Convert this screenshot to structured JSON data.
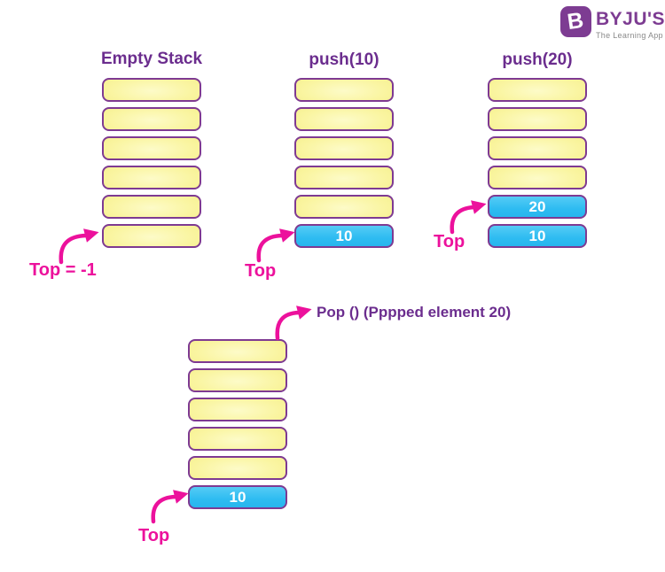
{
  "colors": {
    "magenta": "#EC119C",
    "purple": "#6B2D8E",
    "slot_border": "#7E3A92",
    "yellow_center": "#FDFBC8",
    "yellow_mid": "#FAF5A2",
    "yellow_edge": "#F5EF8A",
    "blue_light": "#55CBF5",
    "blue": "#2EBCF1",
    "blue_dark": "#27B5EE",
    "logo_purple": "#7D3C92",
    "logo_gray": "#8A8A8A"
  },
  "logo": {
    "icon_letter": "B",
    "name": "BYJU'S",
    "tagline": "The Learning App"
  },
  "stacks": [
    {
      "title": "Empty Stack",
      "slots": [
        null,
        null,
        null,
        null,
        null,
        null
      ],
      "top_label": "Top = -1"
    },
    {
      "title": "push(10)",
      "slots": [
        null,
        null,
        null,
        null,
        null,
        "10"
      ],
      "top_label": "Top"
    },
    {
      "title": "push(20)",
      "slots": [
        null,
        null,
        null,
        null,
        "20",
        "10"
      ],
      "top_label": "Top"
    },
    {
      "title": "",
      "slots": [
        null,
        null,
        null,
        null,
        null,
        "10"
      ],
      "top_label": "Top",
      "annotation": "Pop () (Pppped element 20)"
    }
  ]
}
